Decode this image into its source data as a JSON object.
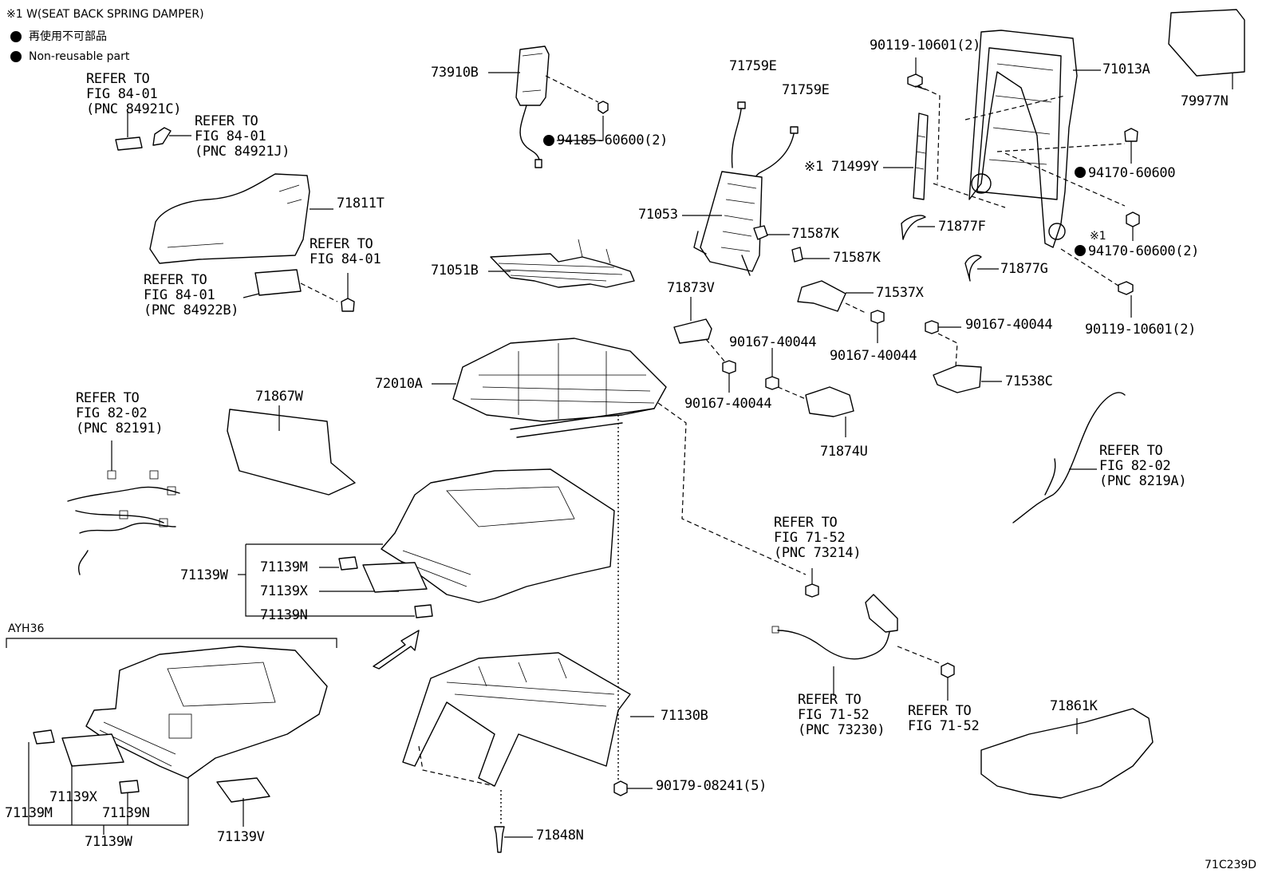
{
  "legend": {
    "note": "※1 W(SEAT BACK SPRING DAMPER)",
    "jp": "再使用不可部品",
    "en": "Non-reusable part"
  },
  "figure_code": "71C239D",
  "variant": "AYH36",
  "labels": {
    "p73910B": "73910B",
    "p94185": "94185-60600(2)",
    "p71759E_a": "71759E",
    "p71759E_b": "71759E",
    "p90119_a": "90119-10601(2)",
    "p71013A": "71013A",
    "p79977N": "79977N",
    "p71499Y": "※1 71499Y",
    "p94170_a": "94170-60600",
    "p94170_b": "94170-60600(2)",
    "p94170_b_mark": "※1",
    "p71053": "71053",
    "p71587K_a": "71587K",
    "p71587K_b": "71587K",
    "p71877F": "71877F",
    "p71877G": "71877G",
    "p90119_b": "90119-10601(2)",
    "p71051B": "71051B",
    "p71873V": "71873V",
    "p71537X": "71537X",
    "p90167_a": "90167-40044",
    "p90167_b": "90167-40044",
    "p90167_c": "90167-40044",
    "p90167_d": "90167-40044",
    "p71538C": "71538C",
    "p72010A": "72010A",
    "p71874U": "71874U",
    "p71811T": "71811T",
    "p71867W": "71867W",
    "p71139W": "71139W",
    "p71139M": "71139M",
    "p71139X": "71139X",
    "p71139N": "71139N",
    "p71130B": "71130B",
    "p90179": "90179-08241(5)",
    "p71848N": "71848N",
    "p71861K": "71861K",
    "b71139M": "71139M",
    "b71139X": "71139X",
    "b71139N": "71139N",
    "b71139W": "71139W",
    "b71139V": "71139V"
  },
  "refs": {
    "r1": "REFER TO\nFIG 84-01\n(PNC 84921C)",
    "r2": "REFER TO\nFIG 84-01\n(PNC 84921J)",
    "r3": "REFER TO\nFIG 84-01",
    "r4": "REFER TO\nFIG 84-01\n(PNC 84922B)",
    "r5": "REFER TO\nFIG 82-02\n(PNC 82191)",
    "r6": "REFER TO\nFIG 82-02\n(PNC 8219A)",
    "r7": "REFER TO\nFIG 71-52\n(PNC 73214)",
    "r8": "REFER TO\nFIG 71-52\n(PNC 73230)",
    "r9": "REFER TO\nFIG 71-52"
  }
}
